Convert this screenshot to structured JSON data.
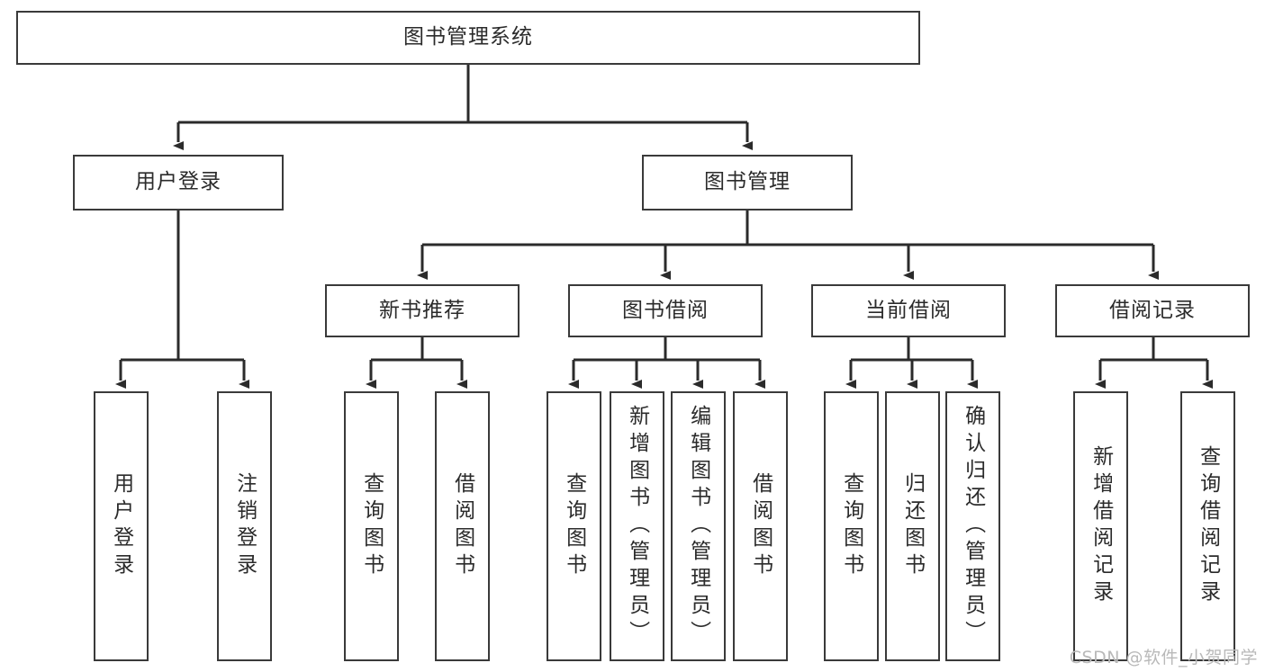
{
  "diagram": {
    "type": "tree-hierarchy-flowchart",
    "title": "图书管理系统",
    "colors": {
      "box_border": "#3a3a3a",
      "box_fill": "#ffffff",
      "edge": "#2b2b2b",
      "text": "#2b2b2b",
      "watermark": "#b9b9b9",
      "background": "#ffffff"
    },
    "watermark": "CSDN @软件_小贺同学",
    "levels": {
      "root": {
        "label": "图书管理系统"
      },
      "level2": [
        {
          "id": "user-login",
          "label": "用户登录"
        },
        {
          "id": "book-manage",
          "label": "图书管理"
        }
      ],
      "level3": [
        {
          "id": "new-book-recommend",
          "label": "新书推荐",
          "parent": "book-manage"
        },
        {
          "id": "book-borrow",
          "label": "图书借阅",
          "parent": "book-manage"
        },
        {
          "id": "current-borrow",
          "label": "当前借阅",
          "parent": "book-manage"
        },
        {
          "id": "borrow-record",
          "label": "借阅记录",
          "parent": "book-manage"
        }
      ],
      "leaves": [
        {
          "id": "leaf-user-login",
          "label": "用户登录",
          "parent": "user-login"
        },
        {
          "id": "leaf-logout",
          "label": "注销登录",
          "parent": "user-login"
        },
        {
          "id": "leaf-query-book-1",
          "label": "查询图书",
          "parent": "new-book-recommend"
        },
        {
          "id": "leaf-borrow-book-1",
          "label": "借阅图书",
          "parent": "new-book-recommend"
        },
        {
          "id": "leaf-query-book-2",
          "label": "查询图书",
          "parent": "book-borrow"
        },
        {
          "id": "leaf-add-book",
          "label": "新增图书（管理员）",
          "parent": "book-borrow"
        },
        {
          "id": "leaf-edit-book",
          "label": "编辑图书（管理员）",
          "parent": "book-borrow"
        },
        {
          "id": "leaf-borrow-book-2",
          "label": "借阅图书",
          "parent": "book-borrow"
        },
        {
          "id": "leaf-query-book-3",
          "label": "查询图书",
          "parent": "current-borrow"
        },
        {
          "id": "leaf-return-book",
          "label": "归还图书",
          "parent": "current-borrow"
        },
        {
          "id": "leaf-confirm-return",
          "label": "确认归还（管理员）",
          "parent": "current-borrow"
        },
        {
          "id": "leaf-add-record",
          "label": "新增借阅记录",
          "parent": "borrow-record"
        },
        {
          "id": "leaf-query-record",
          "label": "查询借阅记录",
          "parent": "borrow-record"
        }
      ]
    }
  }
}
